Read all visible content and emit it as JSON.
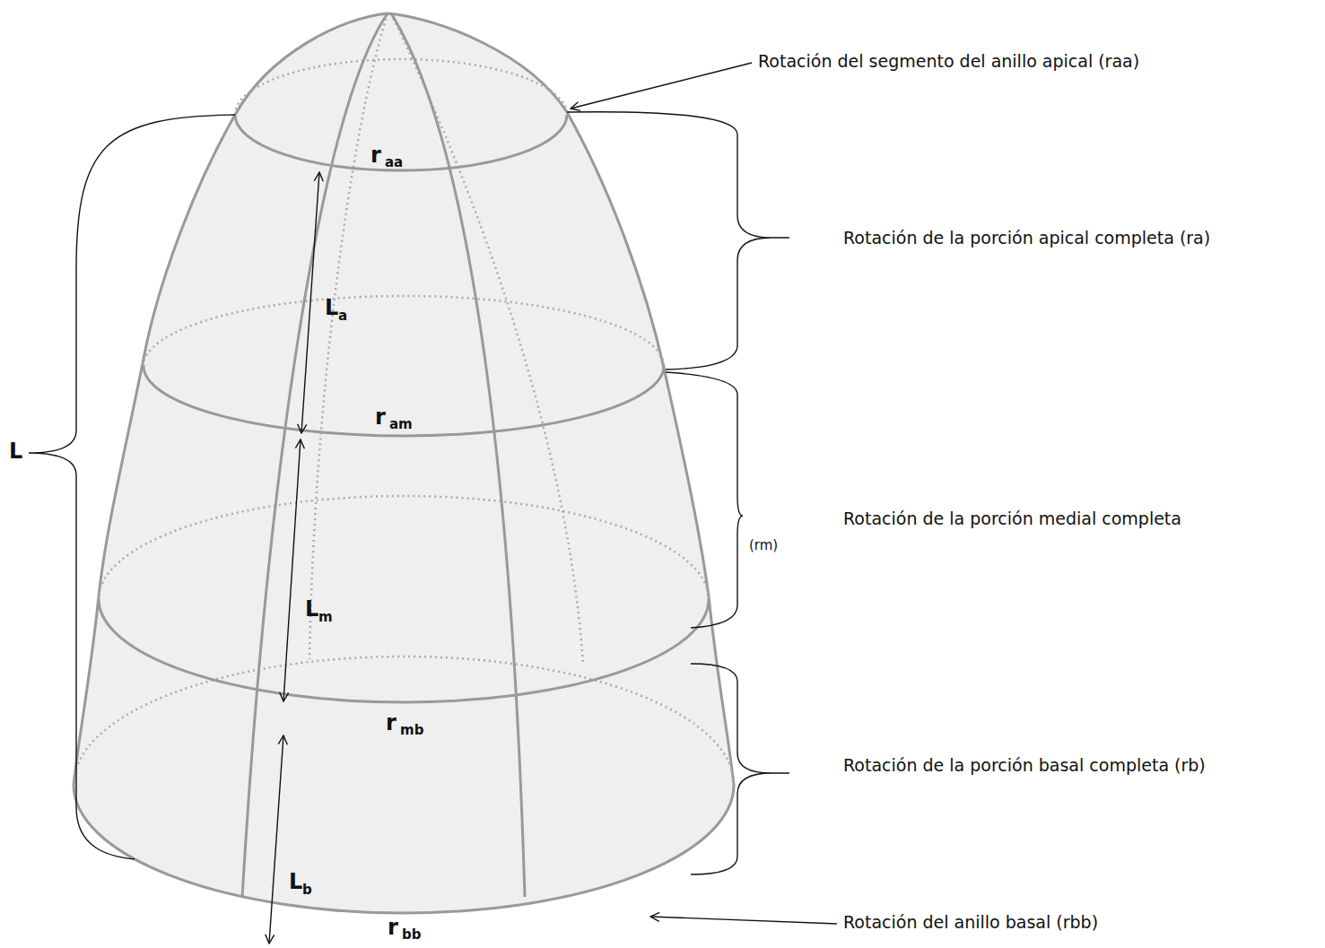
{
  "diagram": {
    "labels": [
      "Rotación del segmento del anillo apical (raa)",
      "L",
      "r",
      "aa",
      "Rotación de la porción apical completa (ra)",
      "L",
      "a",
      "r",
      "am",
      "Rotación de la porción medial completa",
      "(rm)",
      "L",
      "m",
      "r",
      "mb",
      "Rotación de la porción basal completa (rb)",
      "L",
      "b",
      "Rotación del anillo basal (rbb)",
      "r",
      "bb"
    ]
  }
}
